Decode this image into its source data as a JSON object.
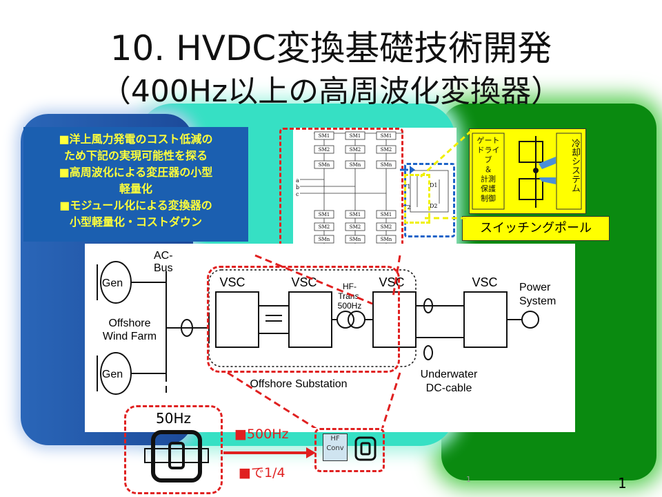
{
  "slide": {
    "title_line1": "10. HVDC変換基礎技術開発",
    "title_line2": "（400Hz以上の高周波化変換器）",
    "bullets": [
      "■洋上風力発電のコスト低減の",
      "ため下記の実現可能性を探る",
      "■高周波化による変圧器の小型",
      "軽量化",
      "■モジュール化による変換器の",
      "小型軽量化・コストダウン"
    ],
    "page_number": "1",
    "page_number_small": "1"
  },
  "switch_pole": {
    "gate_drive": [
      "ゲート",
      "ドライブ",
      "＆",
      "計測",
      "保護",
      "制御"
    ],
    "cooling": "冷却システム",
    "label": "スイッチングポール"
  },
  "mmc": {
    "sm_labels": [
      "SM1",
      "SM2",
      "SMn"
    ],
    "phase_labels": [
      "a",
      "b",
      "c"
    ],
    "switch_labels": [
      "T1",
      "T2",
      "D1",
      "D2"
    ]
  },
  "diagram": {
    "ac_bus": [
      "AC-",
      "Bus"
    ],
    "gen": "Gen",
    "wind_farm": [
      "Offshore",
      "Wind Farm"
    ],
    "vsc": "VSC",
    "hf_trans": [
      "HF-",
      "Trans.",
      "500Hz"
    ],
    "power_system": [
      "Power",
      "System"
    ],
    "offshore_substation": "Offshore Substation",
    "underwater": [
      "Underwater",
      "DC-cable"
    ]
  },
  "transformer": {
    "label_50": "50Hz",
    "label_500": "■500Hz",
    "label_ratio": "■で1/4",
    "hf_conv": [
      "HF",
      "Conv"
    ]
  },
  "colors": {
    "accent_red": "#e02020",
    "green": "#0a8a10",
    "teal": "#36e0c4",
    "blue": "#1b5fb0",
    "yellow": "#ffff00"
  }
}
